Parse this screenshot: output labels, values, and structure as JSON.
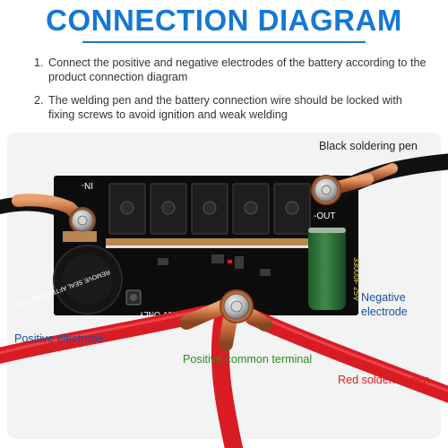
{
  "header": {
    "title": "CONNECTION DIAGRAM"
  },
  "instructions": [
    {
      "num": "1.",
      "text": "Connect the positive and negative electrodes of the battery according to the product connection diagram"
    },
    {
      "num": "2.",
      "text": "The welding pen and the battery connection wire should be locked with fixing screws to avoid ignition and weak welding"
    }
  ],
  "board": {
    "label_in": "IN-",
    "label_out": "-OUT",
    "silkscreen_version": "4.6V ONLY",
    "capacitor_text": "3300uF 25V",
    "buzzer_text": "REMOVE SEAL AFTER WASHING"
  },
  "labels": {
    "black_pen": "Black soldering pen",
    "negative_electrode": "Negative electrode",
    "positive_electrode": "Positive electrode",
    "positive_common": "Positive common terminal",
    "red_pen": "Red soldering pen"
  },
  "colors": {
    "title": "#1478d4",
    "body_text": "#333333",
    "negative_label": "#1c4fa0",
    "positive_label": "#1c4fa0",
    "common_label": "#2e8b1e",
    "red_pen_label": "#d42020",
    "black_pen_label": "#222222",
    "pcb": "#0c0c0c",
    "red_wire": "#d91c24",
    "copper": "#c87848"
  }
}
